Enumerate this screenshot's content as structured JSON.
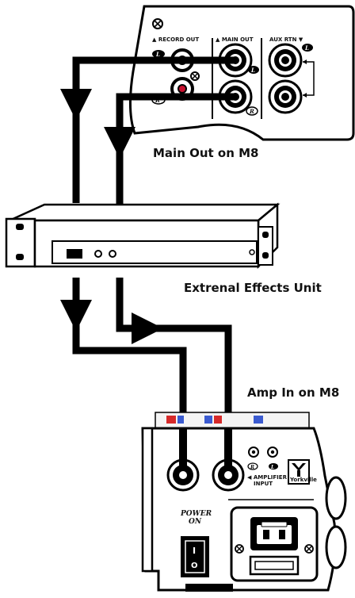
{
  "captions": {
    "main_out_on_m8": "Main Out on M8",
    "external_effects_unit": "Extrenal Effects Unit",
    "amp_in_on_m8": "Amp In on M8"
  },
  "mixer_top_panel": {
    "record_out_label": "▲ RECORD OUT",
    "main_out_label": "▲ MAIN OUT",
    "aux_rtn_label": "AUX RTN ▼",
    "jack_letter_left": "L",
    "jack_letter_right": "R"
  },
  "amp_panel": {
    "power_label_1": "POWER",
    "power_label_2": "ON",
    "amplifier_label_1": "◀ AMPLIFIER",
    "amplifier_label_2": "INPUT",
    "brand": "Yorkville",
    "jack_letter_left": "L",
    "jack_letter_right": "R",
    "switch_on_glyph": "I",
    "switch_off_glyph": "O"
  },
  "colors": {
    "cable": "#000000",
    "rca_red": "#c8102e",
    "rca_white": "#f2f2f2",
    "panel_bg": "#ffffff",
    "strip_red": "#d62a2a",
    "strip_blue": "#3b5bd0"
  }
}
